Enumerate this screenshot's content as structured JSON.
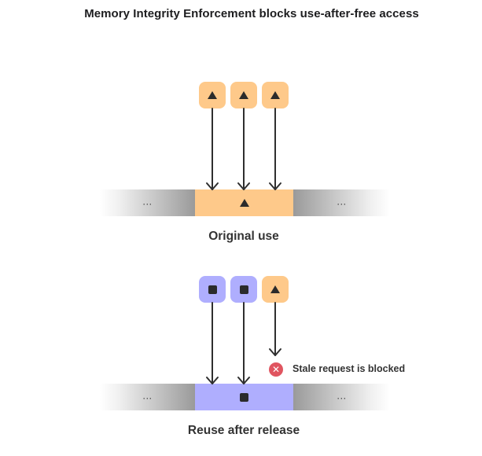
{
  "title": "Memory Integrity Enforcement blocks use-after-free access",
  "colors": {
    "tag_orange": "#fec98a",
    "tag_purple": "#afaefe",
    "error_red": "#e05560",
    "glyph": "#2b2b2b"
  },
  "panels": [
    {
      "caption": "Original use",
      "requests": [
        {
          "tag": "triangle",
          "color": "orange",
          "blocked": false
        },
        {
          "tag": "triangle",
          "color": "orange",
          "blocked": false
        },
        {
          "tag": "triangle",
          "color": "orange",
          "blocked": false
        }
      ],
      "memory": {
        "left_label": "...",
        "block_tag": "triangle",
        "block_color": "orange",
        "right_label": "..."
      }
    },
    {
      "caption": "Reuse after release",
      "requests": [
        {
          "tag": "square",
          "color": "purple",
          "blocked": false
        },
        {
          "tag": "square",
          "color": "purple",
          "blocked": false
        },
        {
          "tag": "triangle",
          "color": "orange",
          "blocked": true
        }
      ],
      "memory": {
        "left_label": "...",
        "block_tag": "square",
        "block_color": "purple",
        "right_label": "..."
      },
      "blocked_message": "Stale request is blocked",
      "blocked_icon": "x-circle-icon"
    }
  ]
}
